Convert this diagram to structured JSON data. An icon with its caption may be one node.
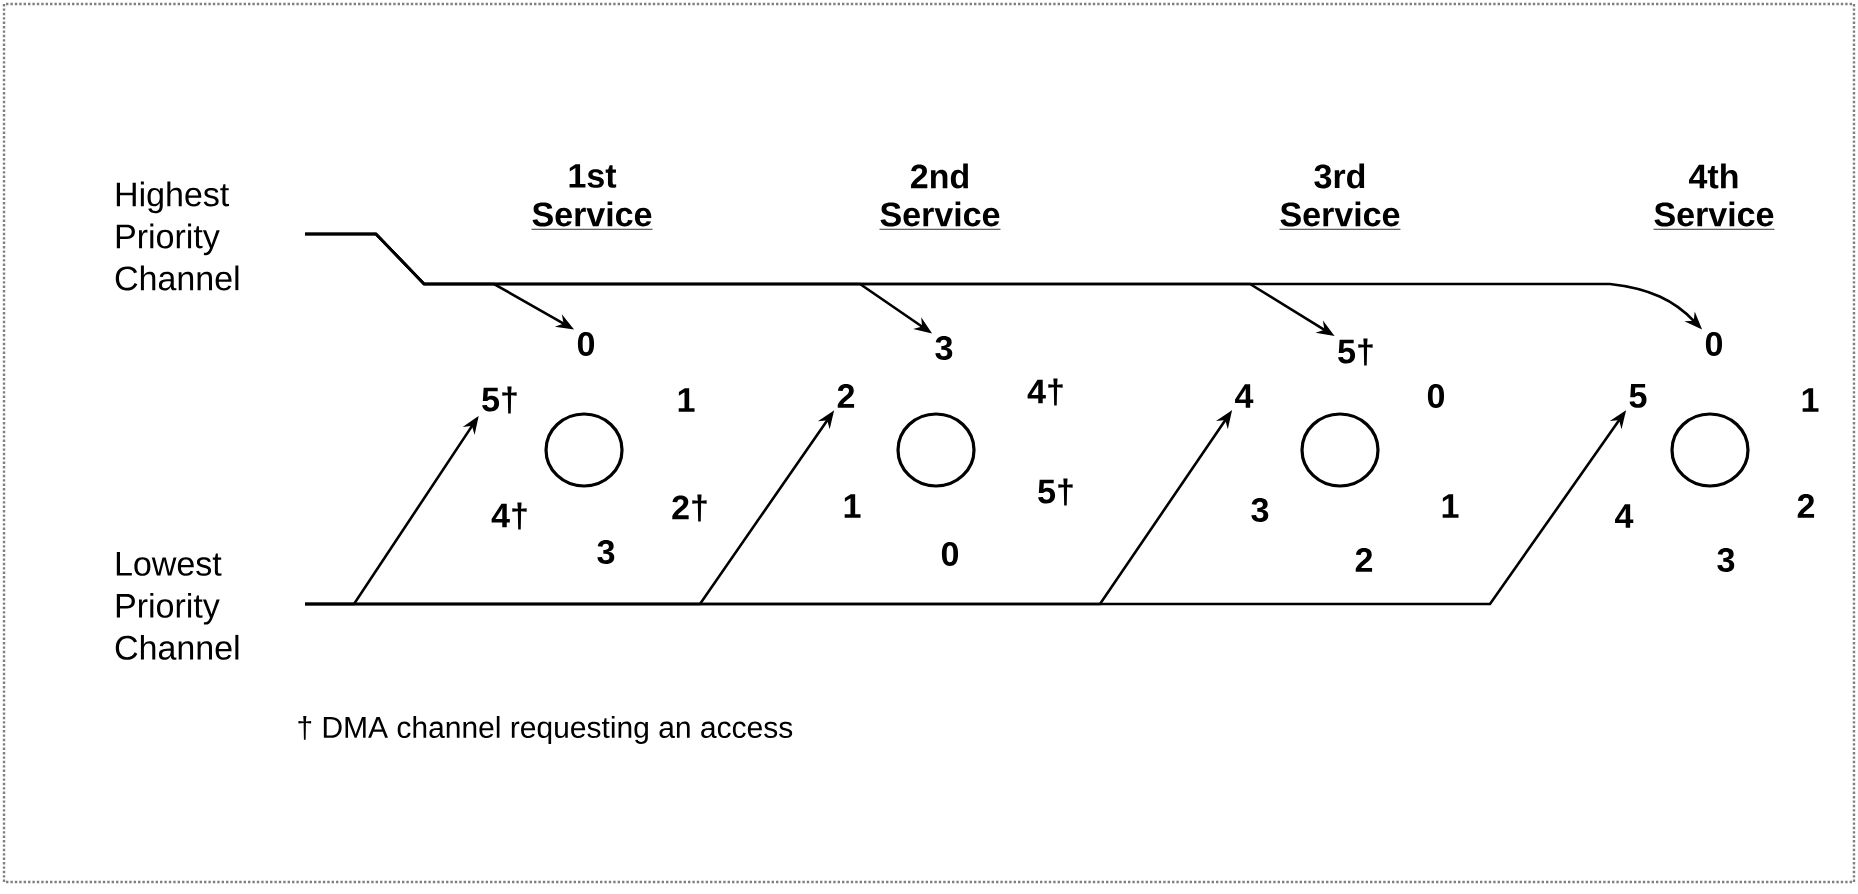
{
  "diagram": {
    "nodes": [
      {
        "text": [
          "Highest Priority Channel"
        ]
      },
      {
        "text": [
          "Lowest Priority Channel"
        ]
      },
      {
        "text": [
          "0"
        ]
      },
      {
        "text": [
          "3"
        ]
      },
      {
        "text": [
          "5†"
        ]
      },
      {
        "text": [
          "0"
        ]
      },
      {
        "text": [
          "5†"
        ]
      },
      {
        "text": [
          "2"
        ]
      },
      {
        "text": [
          "4"
        ]
      },
      {
        "text": [
          "5"
        ]
      }
    ],
    "edges": [
      {
        "from": 0,
        "to": 2,
        "arrow": "to"
      },
      {
        "from": 0,
        "to": 3,
        "arrow": "to"
      },
      {
        "from": 0,
        "to": 4,
        "arrow": "to"
      },
      {
        "from": 0,
        "to": 5,
        "arrow": "to"
      },
      {
        "from": 1,
        "to": 6,
        "arrow": "to"
      },
      {
        "from": 1,
        "to": 7,
        "arrow": "to"
      },
      {
        "from": 1,
        "to": 8,
        "arrow": "to"
      },
      {
        "from": 1,
        "to": 9,
        "arrow": "to"
      }
    ],
    "labels": [
      "1st",
      "Service",
      "2nd",
      "Service",
      "3rd",
      "Service",
      "4th",
      "Service",
      "1",
      "4†",
      "2†",
      "3",
      "4†",
      "1",
      "5†",
      "0",
      "0",
      "3",
      "1",
      "2",
      "1",
      "4",
      "2",
      "3",
      "† DMA channel requesting an access"
    ]
  }
}
